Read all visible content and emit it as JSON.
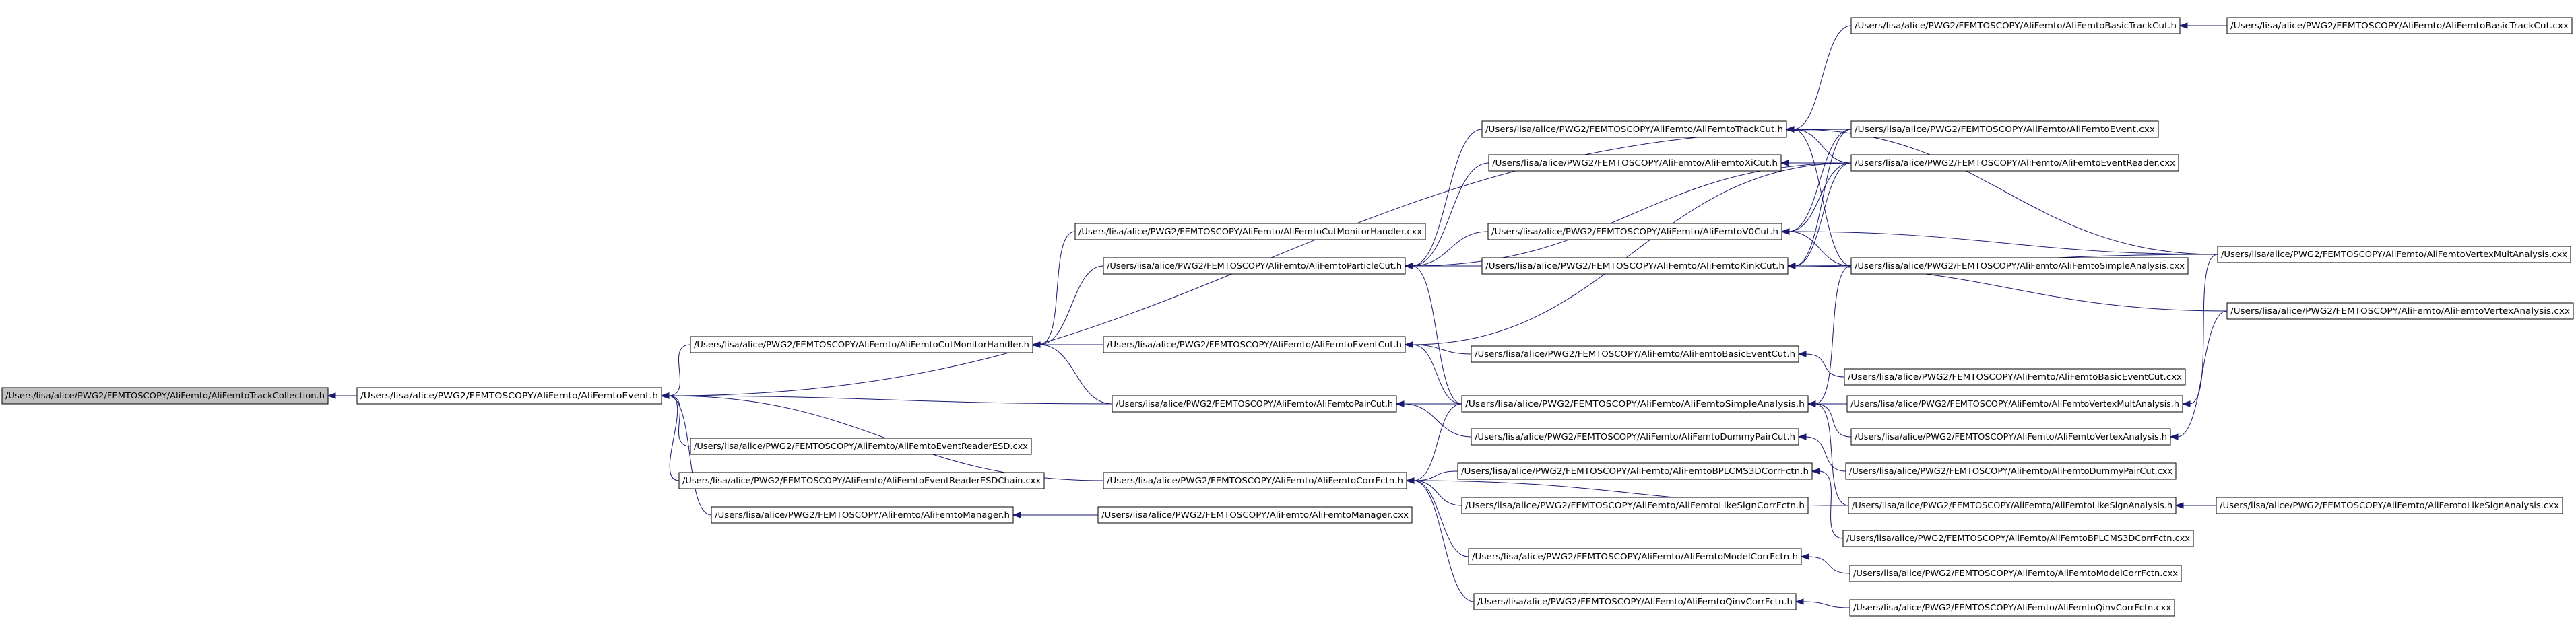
{
  "colors": {
    "edge": "#191970",
    "root_fill": "#bfbfbf",
    "node_fill": "#ffffff",
    "node_border": "#000000",
    "text": "#000000",
    "background": "#ffffff"
  },
  "nodes": [
    {
      "id": "n_trackcollection_h",
      "label": "/Users/lisa/alice/PWG2/FEMTOSCOPY/AliFemto/AliFemtoTrackCollection.h",
      "root": true
    },
    {
      "id": "n_event_h",
      "label": "/Users/lisa/alice/PWG2/FEMTOSCOPY/AliFemto/AliFemtoEvent.h"
    },
    {
      "id": "n_cutmonitorhandler_h",
      "label": "/Users/lisa/alice/PWG2/FEMTOSCOPY/AliFemto/AliFemtoCutMonitorHandler.h"
    },
    {
      "id": "n_eventreaderesd_cxx",
      "label": "/Users/lisa/alice/PWG2/FEMTOSCOPY/AliFemto/AliFemtoEventReaderESD.cxx"
    },
    {
      "id": "n_eventreaderesdchain_cxx",
      "label": "/Users/lisa/alice/PWG2/FEMTOSCOPY/AliFemto/AliFemtoEventReaderESDChain.cxx"
    },
    {
      "id": "n_manager_h",
      "label": "/Users/lisa/alice/PWG2/FEMTOSCOPY/AliFemto/AliFemtoManager.h"
    },
    {
      "id": "n_cutmonitorhandler_cxx",
      "label": "/Users/lisa/alice/PWG2/FEMTOSCOPY/AliFemto/AliFemtoCutMonitorHandler.cxx"
    },
    {
      "id": "n_particlecut_h",
      "label": "/Users/lisa/alice/PWG2/FEMTOSCOPY/AliFemto/AliFemtoParticleCut.h"
    },
    {
      "id": "n_eventcut_h",
      "label": "/Users/lisa/alice/PWG2/FEMTOSCOPY/AliFemto/AliFemtoEventCut.h"
    },
    {
      "id": "n_paircut_h",
      "label": "/Users/lisa/alice/PWG2/FEMTOSCOPY/AliFemto/AliFemtoPairCut.h"
    },
    {
      "id": "n_corrfctn_h",
      "label": "/Users/lisa/alice/PWG2/FEMTOSCOPY/AliFemto/AliFemtoCorrFctn.h"
    },
    {
      "id": "n_manager_cxx",
      "label": "/Users/lisa/alice/PWG2/FEMTOSCOPY/AliFemto/AliFemtoManager.cxx"
    },
    {
      "id": "n_trackcut_h",
      "label": "/Users/lisa/alice/PWG2/FEMTOSCOPY/AliFemto/AliFemtoTrackCut.h"
    },
    {
      "id": "n_xicut_h",
      "label": "/Users/lisa/alice/PWG2/FEMTOSCOPY/AliFemto/AliFemtoXiCut.h"
    },
    {
      "id": "n_v0cut_h",
      "label": "/Users/lisa/alice/PWG2/FEMTOSCOPY/AliFemto/AliFemtoV0Cut.h"
    },
    {
      "id": "n_kinkcut_h",
      "label": "/Users/lisa/alice/PWG2/FEMTOSCOPY/AliFemto/AliFemtoKinkCut.h"
    },
    {
      "id": "n_basiceventcut_h",
      "label": "/Users/lisa/alice/PWG2/FEMTOSCOPY/AliFemto/AliFemtoBasicEventCut.h"
    },
    {
      "id": "n_simpleanalysis_h",
      "label": "/Users/lisa/alice/PWG2/FEMTOSCOPY/AliFemto/AliFemtoSimpleAnalysis.h"
    },
    {
      "id": "n_dummypaircut_h",
      "label": "/Users/lisa/alice/PWG2/FEMTOSCOPY/AliFemto/AliFemtoDummyPairCut.h"
    },
    {
      "id": "n_bplcms3dcorrfctn_h",
      "label": "/Users/lisa/alice/PWG2/FEMTOSCOPY/AliFemto/AliFemtoBPLCMS3DCorrFctn.h"
    },
    {
      "id": "n_likesigncorrfctn_h",
      "label": "/Users/lisa/alice/PWG2/FEMTOSCOPY/AliFemto/AliFemtoLikeSignCorrFctn.h"
    },
    {
      "id": "n_modelcorrfctn_h",
      "label": "/Users/lisa/alice/PWG2/FEMTOSCOPY/AliFemto/AliFemtoModelCorrFctn.h"
    },
    {
      "id": "n_qinvcorrfctn_h",
      "label": "/Users/lisa/alice/PWG2/FEMTOSCOPY/AliFemto/AliFemtoQinvCorrFctn.h"
    },
    {
      "id": "n_basictrackcut_h",
      "label": "/Users/lisa/alice/PWG2/FEMTOSCOPY/AliFemto/AliFemtoBasicTrackCut.h"
    },
    {
      "id": "n_event_cxx",
      "label": "/Users/lisa/alice/PWG2/FEMTOSCOPY/AliFemto/AliFemtoEvent.cxx"
    },
    {
      "id": "n_eventreader_cxx",
      "label": "/Users/lisa/alice/PWG2/FEMTOSCOPY/AliFemto/AliFemtoEventReader.cxx"
    },
    {
      "id": "n_simpleanalysis_cxx",
      "label": "/Users/lisa/alice/PWG2/FEMTOSCOPY/AliFemto/AliFemtoSimpleAnalysis.cxx"
    },
    {
      "id": "n_basiceventcut_cxx",
      "label": "/Users/lisa/alice/PWG2/FEMTOSCOPY/AliFemto/AliFemtoBasicEventCut.cxx"
    },
    {
      "id": "n_vertexmultanalysis_h",
      "label": "/Users/lisa/alice/PWG2/FEMTOSCOPY/AliFemto/AliFemtoVertexMultAnalysis.h"
    },
    {
      "id": "n_vertexanalysis_h",
      "label": "/Users/lisa/alice/PWG2/FEMTOSCOPY/AliFemto/AliFemtoVertexAnalysis.h"
    },
    {
      "id": "n_dummypaircut_cxx",
      "label": "/Users/lisa/alice/PWG2/FEMTOSCOPY/AliFemto/AliFemtoDummyPairCut.cxx"
    },
    {
      "id": "n_likesignanalysis_h",
      "label": "/Users/lisa/alice/PWG2/FEMTOSCOPY/AliFemto/AliFemtoLikeSignAnalysis.h"
    },
    {
      "id": "n_bplcms3dcorrfctn_cxx",
      "label": "/Users/lisa/alice/PWG2/FEMTOSCOPY/AliFemto/AliFemtoBPLCMS3DCorrFctn.cxx"
    },
    {
      "id": "n_modelcorrfctn_cxx",
      "label": "/Users/lisa/alice/PWG2/FEMTOSCOPY/AliFemto/AliFemtoModelCorrFctn.cxx"
    },
    {
      "id": "n_qinvcorrfctn_cxx",
      "label": "/Users/lisa/alice/PWG2/FEMTOSCOPY/AliFemto/AliFemtoQinvCorrFctn.cxx"
    },
    {
      "id": "n_basictrackcut_cxx",
      "label": "/Users/lisa/alice/PWG2/FEMTOSCOPY/AliFemto/AliFemtoBasicTrackCut.cxx"
    },
    {
      "id": "n_vertexmultanalysis_cxx",
      "label": "/Users/lisa/alice/PWG2/FEMTOSCOPY/AliFemto/AliFemtoVertexMultAnalysis.cxx"
    },
    {
      "id": "n_vertexanalysis_cxx",
      "label": "/Users/lisa/alice/PWG2/FEMTOSCOPY/AliFemto/AliFemtoVertexAnalysis.cxx"
    },
    {
      "id": "n_likesignanalysis_cxx",
      "label": "/Users/lisa/alice/PWG2/FEMTOSCOPY/AliFemto/AliFemtoLikeSignAnalysis.cxx"
    }
  ],
  "edges": [
    {
      "from": "n_event_h",
      "to": "n_trackcollection_h"
    },
    {
      "from": "n_cutmonitorhandler_h",
      "to": "n_event_h"
    },
    {
      "from": "n_eventreaderesd_cxx",
      "to": "n_event_h"
    },
    {
      "from": "n_eventreaderesdchain_cxx",
      "to": "n_event_h"
    },
    {
      "from": "n_manager_h",
      "to": "n_event_h"
    },
    {
      "from": "n_paircut_h",
      "to": "n_event_h"
    },
    {
      "from": "n_corrfctn_h",
      "to": "n_event_h"
    },
    {
      "from": "n_event_cxx",
      "to": "n_event_h"
    },
    {
      "from": "n_cutmonitorhandler_cxx",
      "to": "n_cutmonitorhandler_h"
    },
    {
      "from": "n_particlecut_h",
      "to": "n_cutmonitorhandler_h"
    },
    {
      "from": "n_eventcut_h",
      "to": "n_cutmonitorhandler_h"
    },
    {
      "from": "n_paircut_h",
      "to": "n_cutmonitorhandler_h"
    },
    {
      "from": "n_manager_cxx",
      "to": "n_manager_h"
    },
    {
      "from": "n_trackcut_h",
      "to": "n_particlecut_h"
    },
    {
      "from": "n_xicut_h",
      "to": "n_particlecut_h"
    },
    {
      "from": "n_v0cut_h",
      "to": "n_particlecut_h"
    },
    {
      "from": "n_kinkcut_h",
      "to": "n_particlecut_h"
    },
    {
      "from": "n_simpleanalysis_h",
      "to": "n_particlecut_h"
    },
    {
      "from": "n_eventreader_cxx",
      "to": "n_particlecut_h"
    },
    {
      "from": "n_basiceventcut_h",
      "to": "n_eventcut_h"
    },
    {
      "from": "n_simpleanalysis_h",
      "to": "n_eventcut_h"
    },
    {
      "from": "n_eventreader_cxx",
      "to": "n_eventcut_h"
    },
    {
      "from": "n_simpleanalysis_h",
      "to": "n_paircut_h"
    },
    {
      "from": "n_dummypaircut_h",
      "to": "n_paircut_h"
    },
    {
      "from": "n_simpleanalysis_h",
      "to": "n_corrfctn_h"
    },
    {
      "from": "n_bplcms3dcorrfctn_h",
      "to": "n_corrfctn_h"
    },
    {
      "from": "n_likesigncorrfctn_h",
      "to": "n_corrfctn_h"
    },
    {
      "from": "n_modelcorrfctn_h",
      "to": "n_corrfctn_h"
    },
    {
      "from": "n_qinvcorrfctn_h",
      "to": "n_corrfctn_h"
    },
    {
      "from": "n_likesignanalysis_h",
      "to": "n_corrfctn_h"
    },
    {
      "from": "n_basictrackcut_h",
      "to": "n_trackcut_h"
    },
    {
      "from": "n_event_cxx",
      "to": "n_trackcut_h"
    },
    {
      "from": "n_eventreader_cxx",
      "to": "n_trackcut_h"
    },
    {
      "from": "n_simpleanalysis_cxx",
      "to": "n_trackcut_h"
    },
    {
      "from": "n_vertexmultanalysis_cxx",
      "to": "n_trackcut_h"
    },
    {
      "from": "n_eventreader_cxx",
      "to": "n_xicut_h"
    },
    {
      "from": "n_event_cxx",
      "to": "n_v0cut_h"
    },
    {
      "from": "n_eventreader_cxx",
      "to": "n_v0cut_h"
    },
    {
      "from": "n_simpleanalysis_cxx",
      "to": "n_v0cut_h"
    },
    {
      "from": "n_vertexmultanalysis_cxx",
      "to": "n_v0cut_h"
    },
    {
      "from": "n_event_cxx",
      "to": "n_kinkcut_h"
    },
    {
      "from": "n_eventreader_cxx",
      "to": "n_kinkcut_h"
    },
    {
      "from": "n_simpleanalysis_cxx",
      "to": "n_kinkcut_h"
    },
    {
      "from": "n_vertexmultanalysis_cxx",
      "to": "n_kinkcut_h"
    },
    {
      "from": "n_vertexanalysis_cxx",
      "to": "n_kinkcut_h"
    },
    {
      "from": "n_basictrackcut_cxx",
      "to": "n_basictrackcut_h"
    },
    {
      "from": "n_basiceventcut_cxx",
      "to": "n_basiceventcut_h"
    },
    {
      "from": "n_simpleanalysis_cxx",
      "to": "n_simpleanalysis_h"
    },
    {
      "from": "n_vertexmultanalysis_h",
      "to": "n_simpleanalysis_h"
    },
    {
      "from": "n_vertexanalysis_h",
      "to": "n_simpleanalysis_h"
    },
    {
      "from": "n_likesignanalysis_h",
      "to": "n_simpleanalysis_h"
    },
    {
      "from": "n_vertexmultanalysis_cxx",
      "to": "n_vertexmultanalysis_h"
    },
    {
      "from": "n_vertexanalysis_cxx",
      "to": "n_vertexanalysis_h"
    },
    {
      "from": "n_dummypaircut_cxx",
      "to": "n_dummypaircut_h"
    },
    {
      "from": "n_likesignanalysis_cxx",
      "to": "n_likesignanalysis_h"
    },
    {
      "from": "n_bplcms3dcorrfctn_cxx",
      "to": "n_bplcms3dcorrfctn_h"
    },
    {
      "from": "n_modelcorrfctn_cxx",
      "to": "n_modelcorrfctn_h"
    },
    {
      "from": "n_qinvcorrfctn_cxx",
      "to": "n_qinvcorrfctn_h"
    }
  ]
}
